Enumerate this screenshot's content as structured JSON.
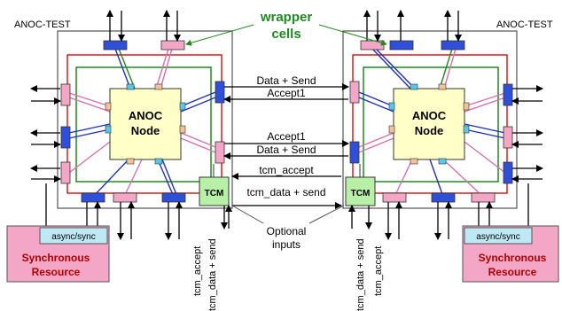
{
  "labels": {
    "anoc_test_left": "ANOC-TEST",
    "anoc_test_right": "ANOC-TEST",
    "wrapper_line1": "wrapper",
    "wrapper_line2": "cells",
    "node_left_line1": "ANOC",
    "node_left_line2": "Node",
    "node_right_line1": "ANOC",
    "node_right_line2": "Node",
    "data_send_top": "Data + Send",
    "accept1_top": "Accept1",
    "accept1_mid": "Accept1",
    "data_send_mid": "Data + Send",
    "tcm_accept": "tcm_accept",
    "tcm_data_send": "tcm_data + send",
    "tcm_left": "TCM",
    "tcm_right": "TCM",
    "optional_line1": "Optional",
    "optional_line2": "inputs",
    "async_left": "async/sync",
    "async_right": "async/sync",
    "res_left_line1": "Synchronous",
    "res_left_line2": "Resource",
    "res_right_line1": "Synchronous",
    "res_right_line2": "Resource",
    "vert_left_accept": "tcm_accept",
    "vert_left_data": "tcm_data + send",
    "vert_right_data": "tcm_data + send",
    "vert_right_accept": "tcm_accept"
  },
  "colors": {
    "wrapper_pink": "#f4a6c6",
    "wrapper_blue": "#2f4fd8",
    "node_fill": "#ffffc8",
    "tcm_fill": "#b8f0a8",
    "resource_fill": "#f4a6c6",
    "async_fill": "#bfe8f5",
    "red_line": "#d81e1e",
    "green_line": "#1f8a1f",
    "blue_line": "#1f2fb8",
    "pink_line": "#d870b0"
  }
}
